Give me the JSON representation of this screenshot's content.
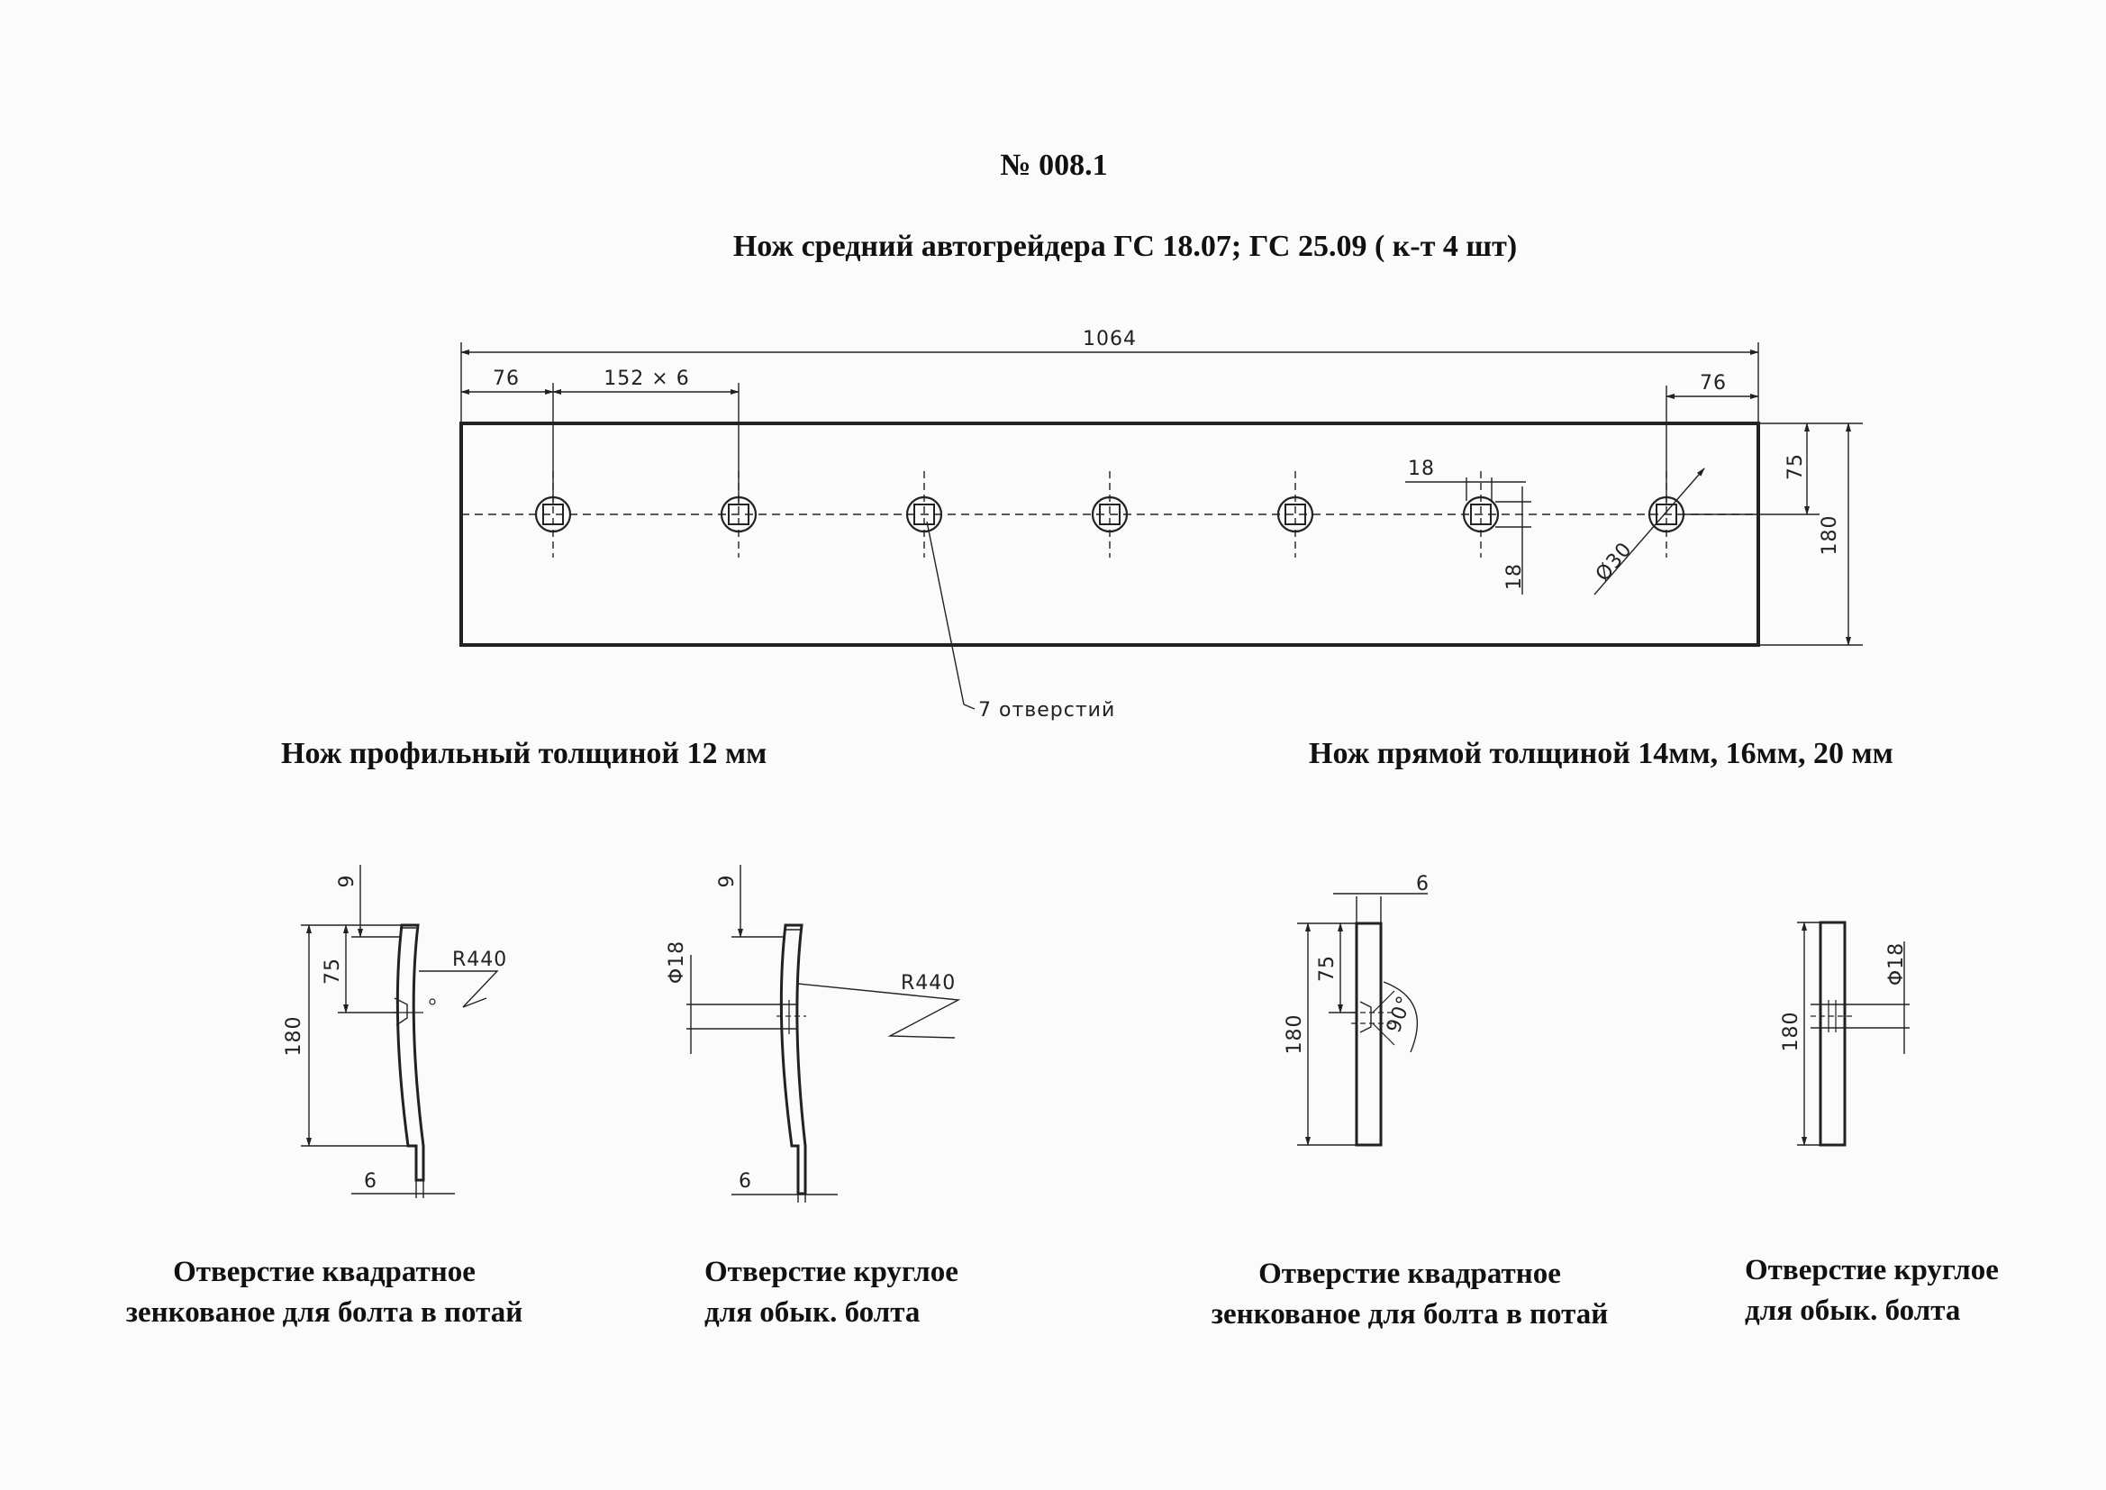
{
  "header": {
    "number": "№ 008.1",
    "title": "Нож средний автогрейдера ГС 18.07; ГС 25.09 ( к-т 4 шт)"
  },
  "main_drawing": {
    "dim_total": "1064",
    "dim_left_edge": "76",
    "dim_pitch": "152 × 6",
    "dim_right_edge": "76",
    "dim_square": "18",
    "dim_square_v": "18",
    "dim_diameter": "Ø30",
    "dim_center_height": "75",
    "dim_height": "180",
    "holes_note": "7 отверстий",
    "hole_count": 7
  },
  "sections": {
    "left_title": "Нож профильный толщиной 12 мм",
    "right_title": "Нож прямой толщиной 14мм, 16мм, 20 мм"
  },
  "profile_square": {
    "dim_top": "9",
    "dim_75": "75",
    "dim_180": "180",
    "dim_radius": "R440",
    "dim_bottom": "6",
    "caption_line1": "Отверстие квадратное",
    "caption_line2": "зенкованое для болта в потай"
  },
  "profile_round": {
    "dim_top": "9",
    "dim_hole": "Φ18",
    "dim_radius": "R440",
    "dim_bottom": "6",
    "caption_line1": "Отверстие круглое",
    "caption_line2": "для обык. болта"
  },
  "straight_square": {
    "dim_thickness": "6",
    "dim_75": "75",
    "dim_180": "180",
    "dim_angle": "90°",
    "caption_line1": "Отверстие квадратное",
    "caption_line2": "зенкованое для болта в потай"
  },
  "straight_round": {
    "dim_hole": "Φ18",
    "dim_180": "180",
    "caption_line1": "Отверстие круглое",
    "caption_line2": "для обык. болта"
  }
}
